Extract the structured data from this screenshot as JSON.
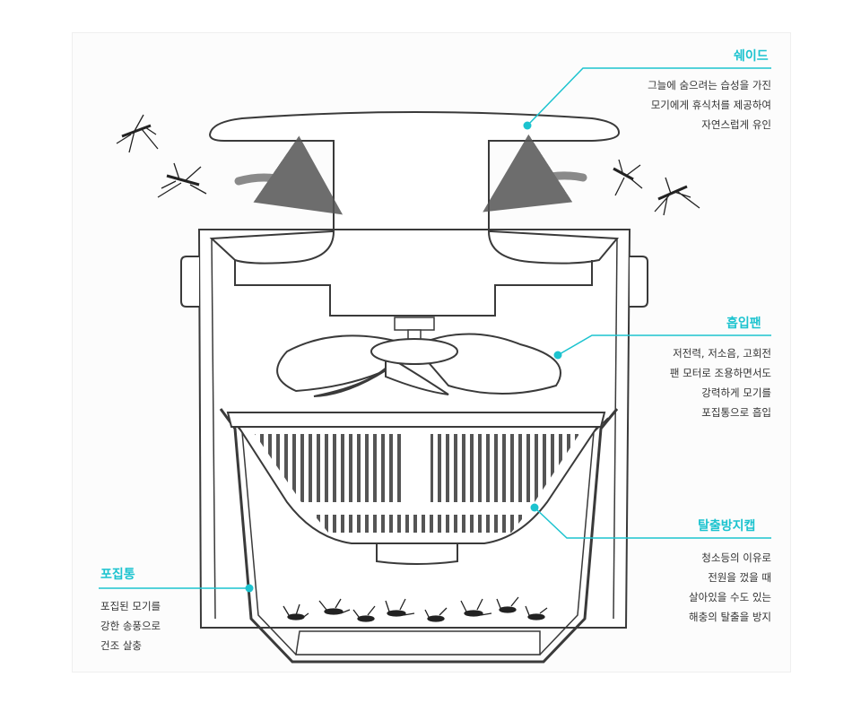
{
  "callouts": {
    "shade": {
      "title": "쉐이드",
      "lines": [
        "그늘에 숨으려는 습성을 가진",
        "모기에게 휴식처를 제공하여",
        "자연스럽게 유인"
      ]
    },
    "fan": {
      "title": "흡입팬",
      "lines": [
        "저전력, 저소음, 고회전",
        "팬 모터로 조용하면서도",
        "강력하게 모기를",
        "포집통으로 흡입"
      ]
    },
    "cap": {
      "title": "탈출방지캡",
      "lines": [
        "청소등의 이유로",
        "전원을 껐을 때",
        "살아있을 수도 있는",
        "해충의 탈출을 방지"
      ]
    },
    "bin": {
      "title": "포집통",
      "lines": [
        "포집된 모기를",
        "강한 송풍으로",
        "건조 살충"
      ]
    }
  },
  "colors": {
    "accent": "#1cc3cf",
    "line_art": "#3a3a3a",
    "text": "#333333"
  }
}
